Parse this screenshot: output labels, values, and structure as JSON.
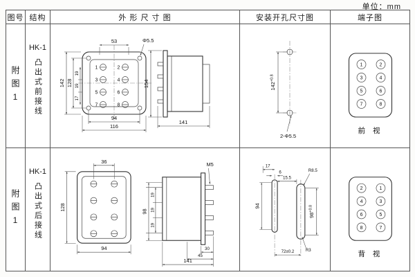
{
  "unit_label": "单位：mm",
  "header": {
    "figure": "图号",
    "structure": "结构",
    "outline": "外 形 尺 寸 图",
    "mounting": "安装开孔尺寸图",
    "terminal": "端子图"
  },
  "row1": {
    "figure": "附图1",
    "model": "HK-1",
    "structure": "凸出式前接线",
    "outline": {
      "dim_53": "53",
      "dim_hole": "Φ5.5",
      "dim_142": "142",
      "dim_128": "128",
      "dim_19a": "19",
      "dim_19b": "19",
      "dim_17": "17",
      "dim_94": "94",
      "dim_116": "116",
      "dim_154": "154",
      "dim_141": "141",
      "terms": [
        "1",
        "2",
        "3",
        "4",
        "5",
        "6",
        "7",
        "8"
      ]
    },
    "mounting": {
      "dim_main": "142",
      "dim_tol": "+0.8",
      "holes": "2-Φ5.5"
    },
    "terminal": {
      "left": [
        "1",
        "3",
        "5",
        "7"
      ],
      "right": [
        "2",
        "4",
        "6",
        "8"
      ],
      "caption": "前 视"
    }
  },
  "row2": {
    "figure": "附图1",
    "model": "HK-1",
    "structure": "凸出式后接线",
    "outline": {
      "dim_36": "36",
      "dim_m5": "M5",
      "dim_128": "128",
      "dim_94": "94",
      "dim_98": "98",
      "dim_19a": "19",
      "dim_19b": "19",
      "dim_19c": "19",
      "dim_30": "30",
      "dim_45": "45",
      "dim_141": "141"
    },
    "mounting": {
      "dim_17": "17",
      "dim_6": "6",
      "dim_155": "15.5",
      "dim_r85": "R8.5",
      "dim_94": "94",
      "dim_98": "98",
      "dim_98_tol": "+0.8",
      "dim_r3": "R3",
      "dim_72": "72±0.2"
    },
    "terminal": {
      "left": [
        "2",
        "4",
        "6",
        "8"
      ],
      "right": [
        "1",
        "3",
        "5",
        "7"
      ],
      "caption": "背 视"
    }
  }
}
